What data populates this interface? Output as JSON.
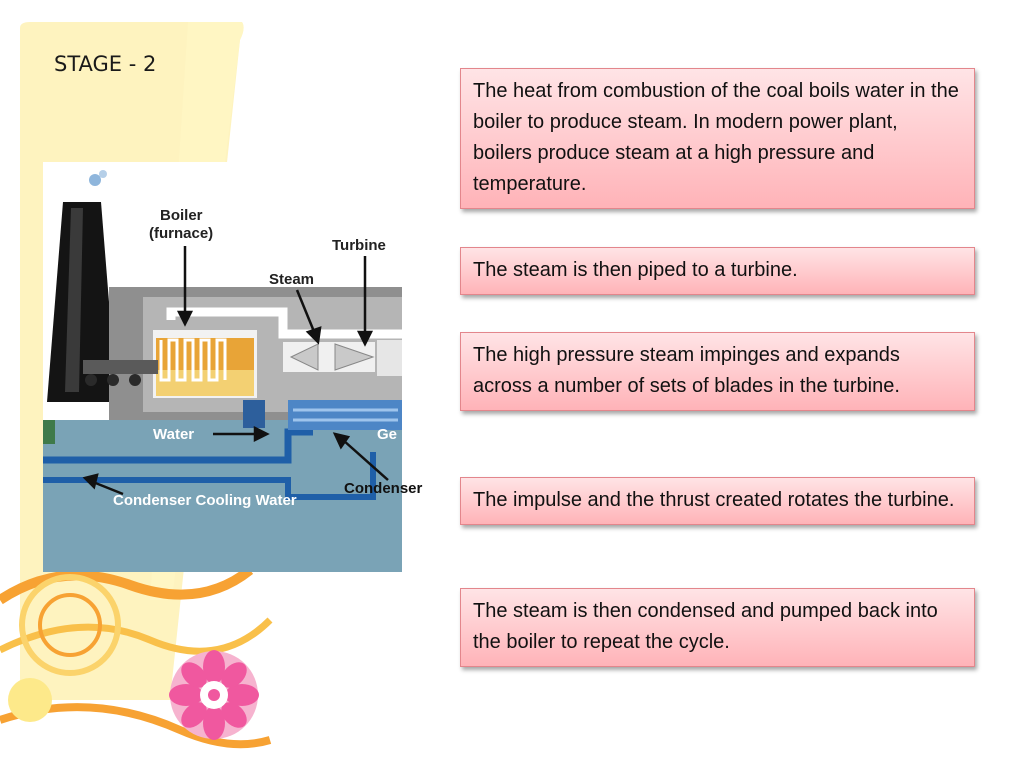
{
  "slide": {
    "title": "STAGE - 2",
    "colors": {
      "accent_yellow": "#fde98a",
      "accent_orange": "#f7a233",
      "accent_pink": "#f0589f",
      "box_fill": "#ffb3b8",
      "box_border": "#e3868c"
    },
    "boxes": [
      "The heat from combustion of the coal boils water in the boiler to produce steam. In modern power plant, boilers produce steam at a high pressure and temperature.",
      "The steam is then piped to a turbine.",
      "The high pressure steam impinges and expands across a number of sets of blades in the turbine.",
      "The impulse and the thrust created rotates the turbine.",
      "The steam is then condensed and pumped back into the boiler to repeat the cycle."
    ]
  },
  "diagram": {
    "labels": {
      "boiler_line1": "Boiler",
      "boiler_line2": "(furnace)",
      "turbine": "Turbine",
      "steam": "Steam",
      "water": "Water",
      "generator": "Ge",
      "cooling_water": "Condenser Cooling Water",
      "condenser": "Condenser"
    }
  }
}
